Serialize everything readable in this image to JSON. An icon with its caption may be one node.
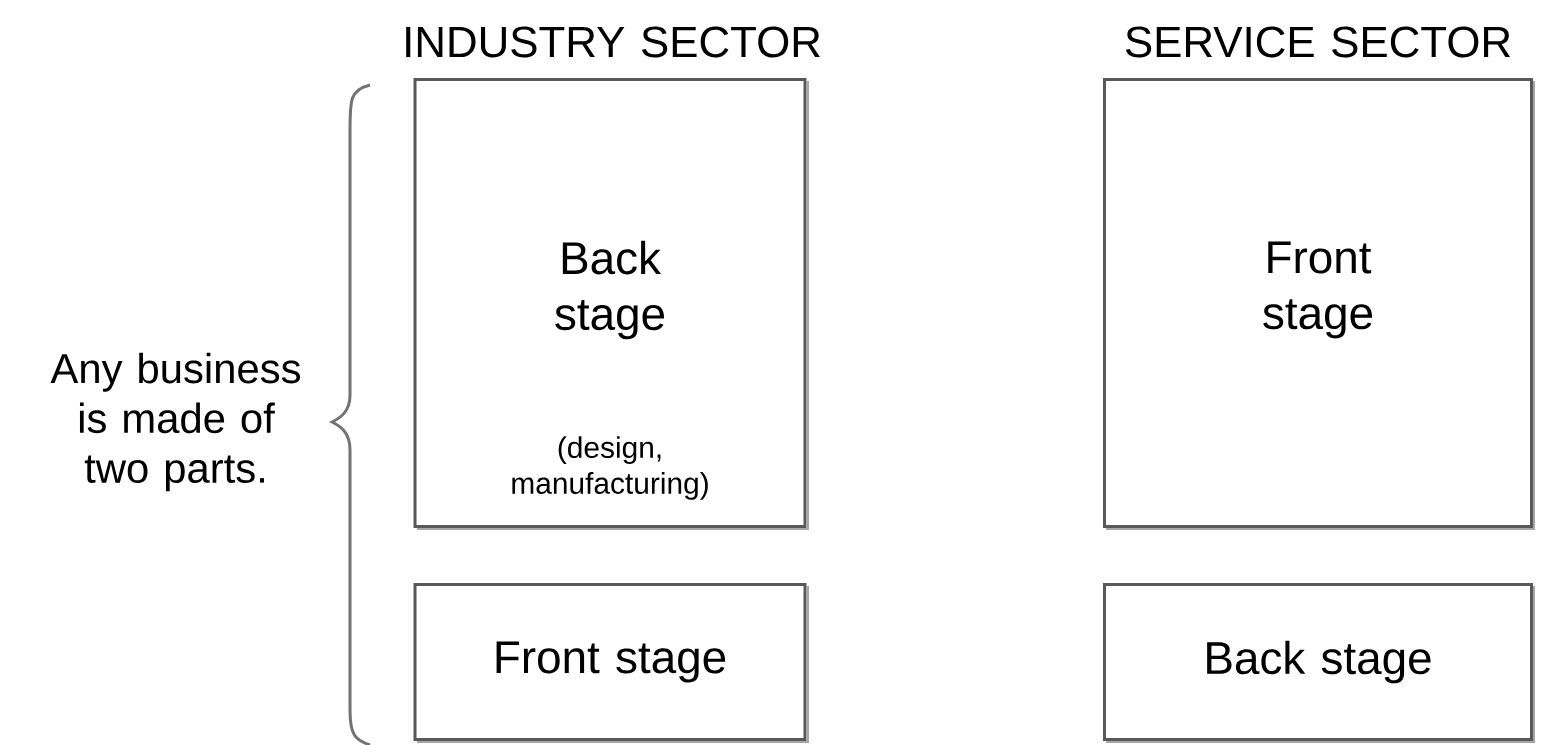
{
  "diagram": {
    "nodes": [
      {
        "text": [
          "Back stage",
          "(design, manufacturing)"
        ]
      },
      {
        "text": [
          "Front stage"
        ]
      },
      {
        "text": [
          "Front stage"
        ]
      },
      {
        "text": [
          "Back stage"
        ]
      }
    ],
    "labels": [
      "INDUSTRY SECTOR",
      "SERVICE SECTOR",
      "Any business is made of two parts."
    ]
  }
}
